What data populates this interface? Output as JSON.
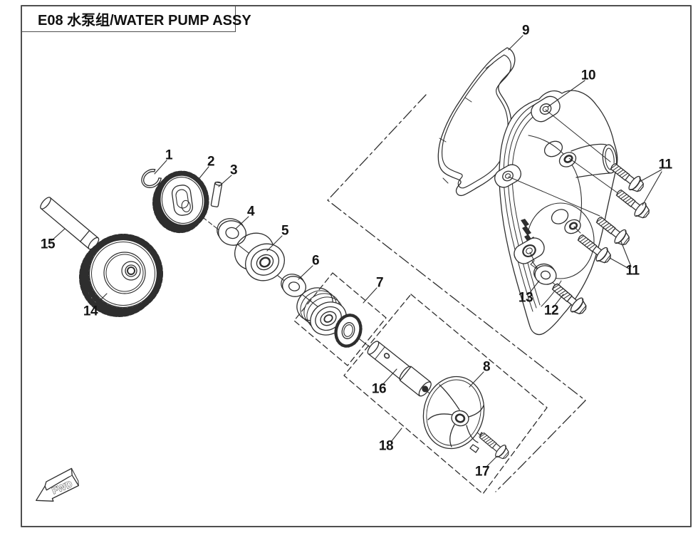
{
  "title": "E08 水泵组/WATER PUMP ASSY",
  "fwd_label": "FWD",
  "callouts": {
    "c1": "1",
    "c2": "2",
    "c3": "3",
    "c4": "4",
    "c5": "5",
    "c6": "6",
    "c7": "7",
    "c8": "8",
    "c9": "9",
    "c10": "10",
    "c11": "11",
    "c11b": "11",
    "c12": "12",
    "c13": "13",
    "c14": "14",
    "c15": "15",
    "c16": "16",
    "c17": "17",
    "c18": "18"
  },
  "colors": {
    "line": "#2e2e2e",
    "background": "#ffffff",
    "border": "#4f4f4f"
  }
}
